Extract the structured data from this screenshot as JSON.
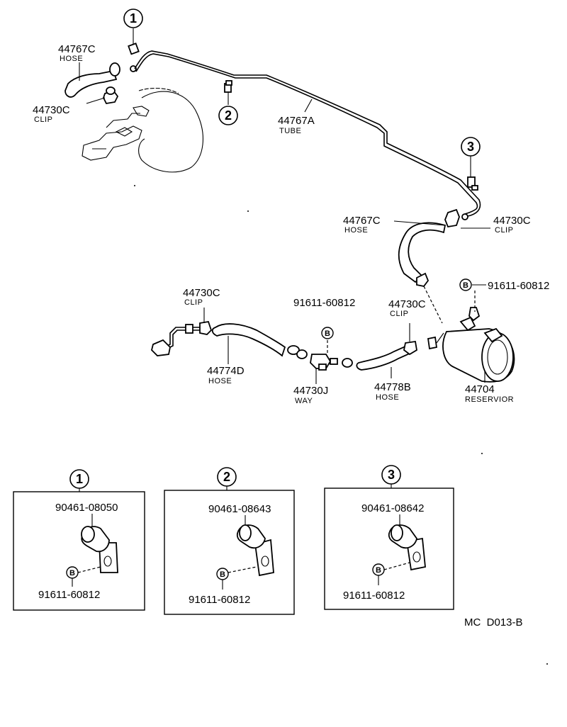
{
  "callouts": {
    "c1": "1",
    "c2": "2",
    "c3": "3",
    "b": "B"
  },
  "labels": {
    "hose_top": {
      "num": "44767C",
      "name": "HOSE"
    },
    "clip_top": {
      "num": "44730C",
      "name": "CLIP"
    },
    "tube": {
      "num": "44767A",
      "name": "TUBE"
    },
    "hose_mid": {
      "num": "44767C",
      "name": "HOSE"
    },
    "clip_mid_right": {
      "num": "44730C",
      "name": "CLIP"
    },
    "bolt_reservoir": {
      "num": "91611-60812"
    },
    "clip_left": {
      "num": "44730C",
      "name": "CLIP"
    },
    "bolt_way": {
      "num": "91611-60812"
    },
    "clip_center": {
      "num": "44730C",
      "name": "CLIP"
    },
    "hose_left": {
      "num": "44774D",
      "name": "HOSE"
    },
    "way": {
      "num": "44730J",
      "name": "WAY"
    },
    "hose_right": {
      "num": "44778B",
      "name": "HOSE"
    },
    "reservoir": {
      "num": "44704",
      "name": "RESERVIOR"
    }
  },
  "insets": [
    {
      "callout": "1",
      "clamp": "90461-08050",
      "bolt": "91611-60812"
    },
    {
      "callout": "2",
      "clamp": "90461-08643",
      "bolt": "91611-60812"
    },
    {
      "callout": "3",
      "clamp": "90461-08642",
      "bolt": "91611-60812"
    }
  ],
  "footer": {
    "code": "MC  D013-B"
  }
}
